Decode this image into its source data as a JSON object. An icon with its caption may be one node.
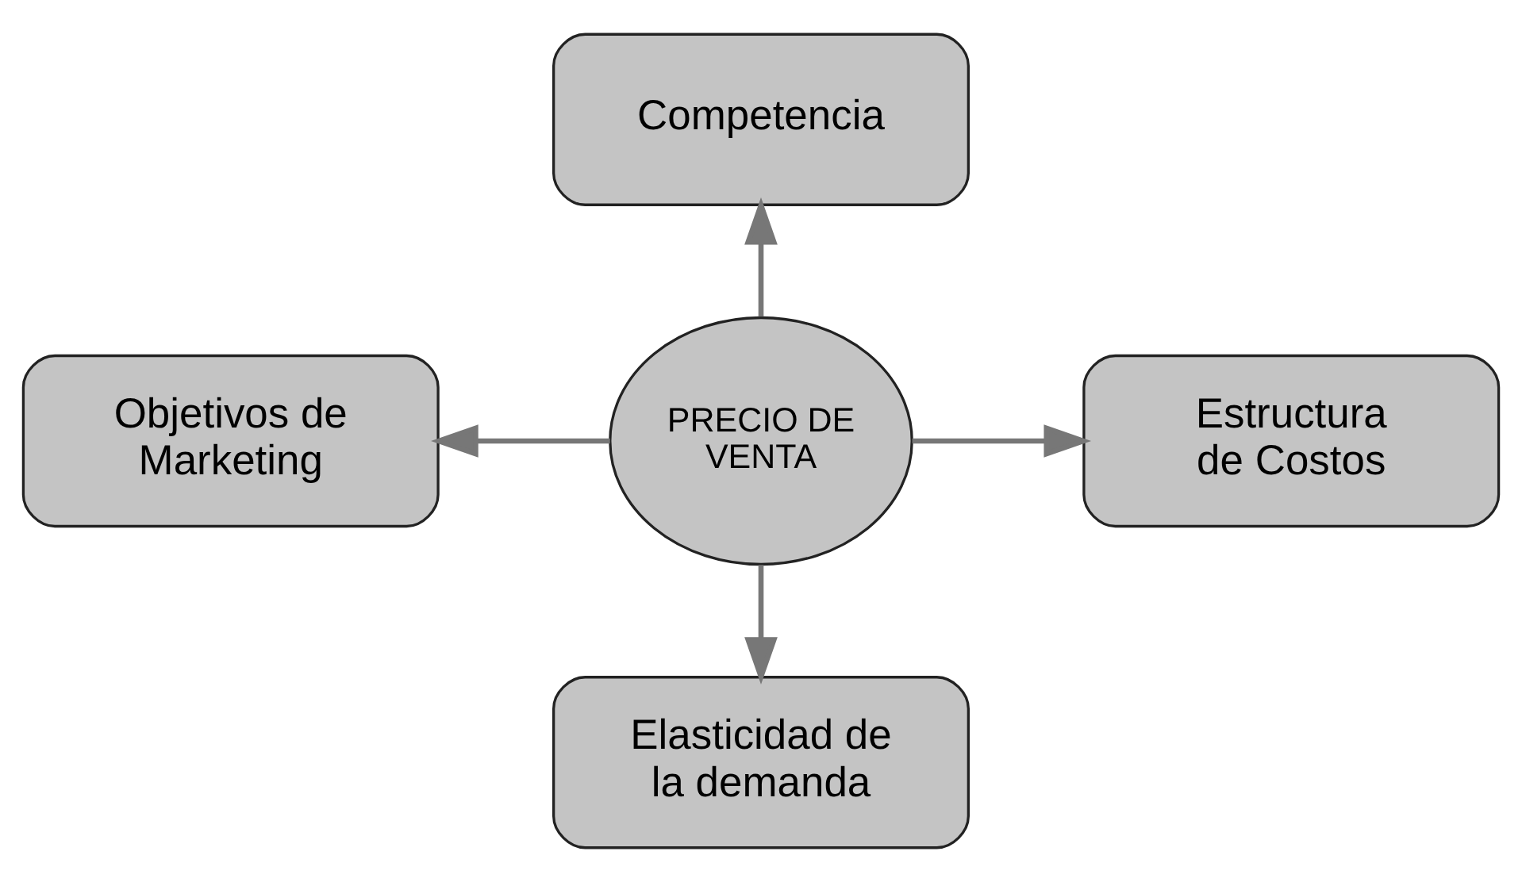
{
  "diagram": {
    "nodes": [
      {
        "text": [
          "Competencia"
        ]
      },
      {
        "text": [
          "Objetivos de Marketing"
        ]
      },
      {
        "text": [
          "PRECIO DE VENTA"
        ]
      },
      {
        "text": [
          "Estructura de Costos"
        ]
      },
      {
        "text": [
          "Elasticidad de la demanda"
        ]
      }
    ],
    "edges": [
      {
        "from": 2,
        "to": 0,
        "arrow": "to"
      },
      {
        "from": 2,
        "to": 1,
        "arrow": "to"
      },
      {
        "from": 2,
        "to": 3,
        "arrow": "to"
      },
      {
        "from": 2,
        "to": 4,
        "arrow": "to"
      }
    ]
  }
}
